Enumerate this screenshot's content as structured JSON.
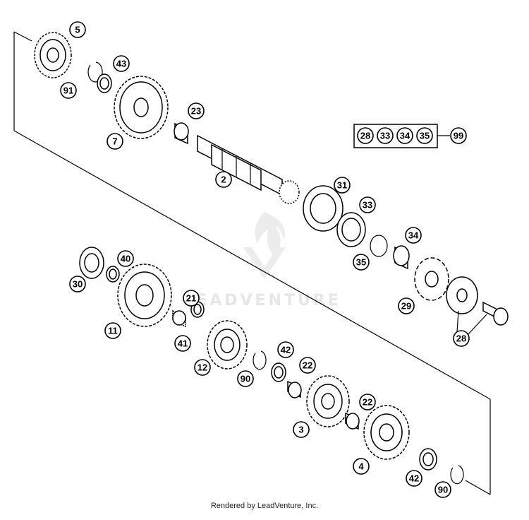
{
  "watermark": "LEADVENTURE",
  "footer": "Rendered by LeadVenture, Inc.",
  "kit": {
    "parts": [
      "28",
      "33",
      "34",
      "35"
    ],
    "kit_label": "99"
  },
  "callouts": [
    "5",
    "43",
    "91",
    "7",
    "23",
    "2",
    "31",
    "33",
    "34",
    "35",
    "29",
    "28",
    "30",
    "40",
    "21",
    "11",
    "41",
    "12",
    "42",
    "90",
    "22",
    "3",
    "22",
    "4",
    "42",
    "90"
  ]
}
